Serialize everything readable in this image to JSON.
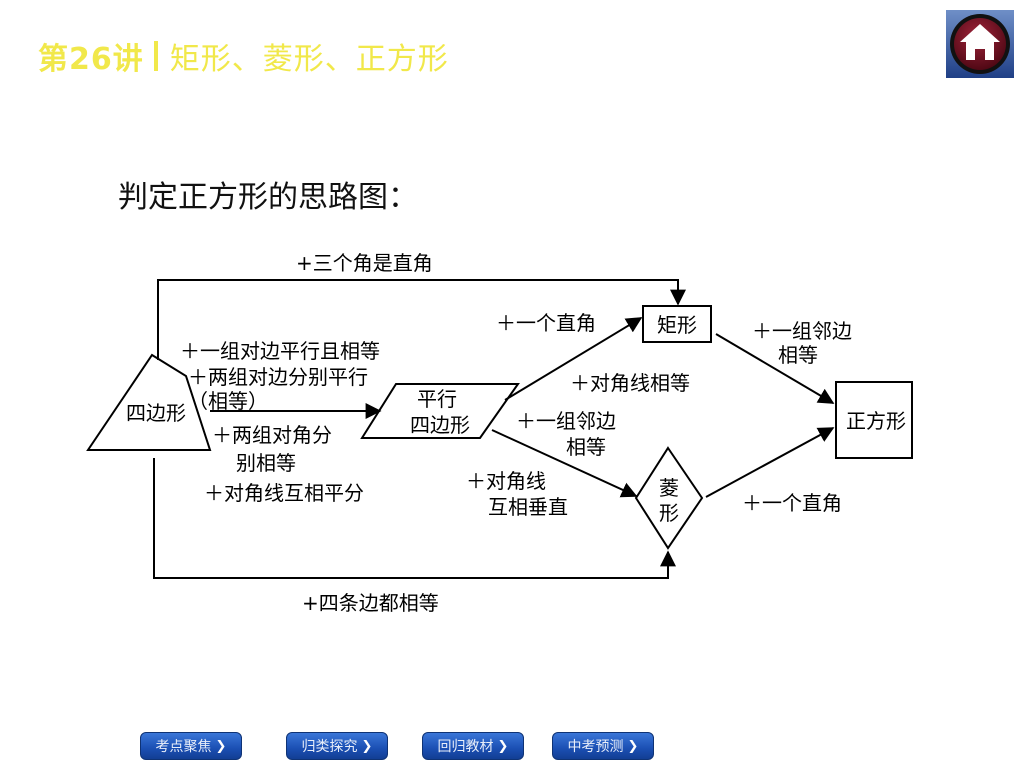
{
  "header": {
    "lecture": "第26讲",
    "title": "矩形、菱形、正方形"
  },
  "home_button": {
    "icon": "home-icon"
  },
  "subtitle": "判定正方形的思路图：",
  "diagram": {
    "nodes": {
      "quad": "四边形",
      "para_line1": "平行",
      "para_line2": "四边形",
      "rect": "矩形",
      "rhombus_line1": "菱",
      "rhombus_line2": "形",
      "square": "正方形"
    },
    "edges": {
      "quad_to_rect": "+三个角是直角",
      "quad_to_para": [
        "＋一组对边平行且相等",
        "＋两组对边分别平行",
        "（相等）",
        "＋两组对角分",
        "别相等",
        "＋对角线互相平分"
      ],
      "para_to_rect_a": "＋一个直角",
      "para_to_rect_b": "＋对角线相等",
      "para_to_rhombus_a": [
        "＋一组邻边",
        "相等"
      ],
      "para_to_rhombus_b": [
        "＋对角线",
        "互相垂直"
      ],
      "rect_to_square": [
        "＋一组邻边",
        "相等"
      ],
      "rhombus_to_square": "＋一个直角",
      "quad_to_rhombus": "+四条边都相等"
    }
  },
  "nav": [
    {
      "label": "考点聚焦"
    },
    {
      "label": "归类探究"
    },
    {
      "label": "回归教材"
    },
    {
      "label": "中考预测"
    }
  ]
}
